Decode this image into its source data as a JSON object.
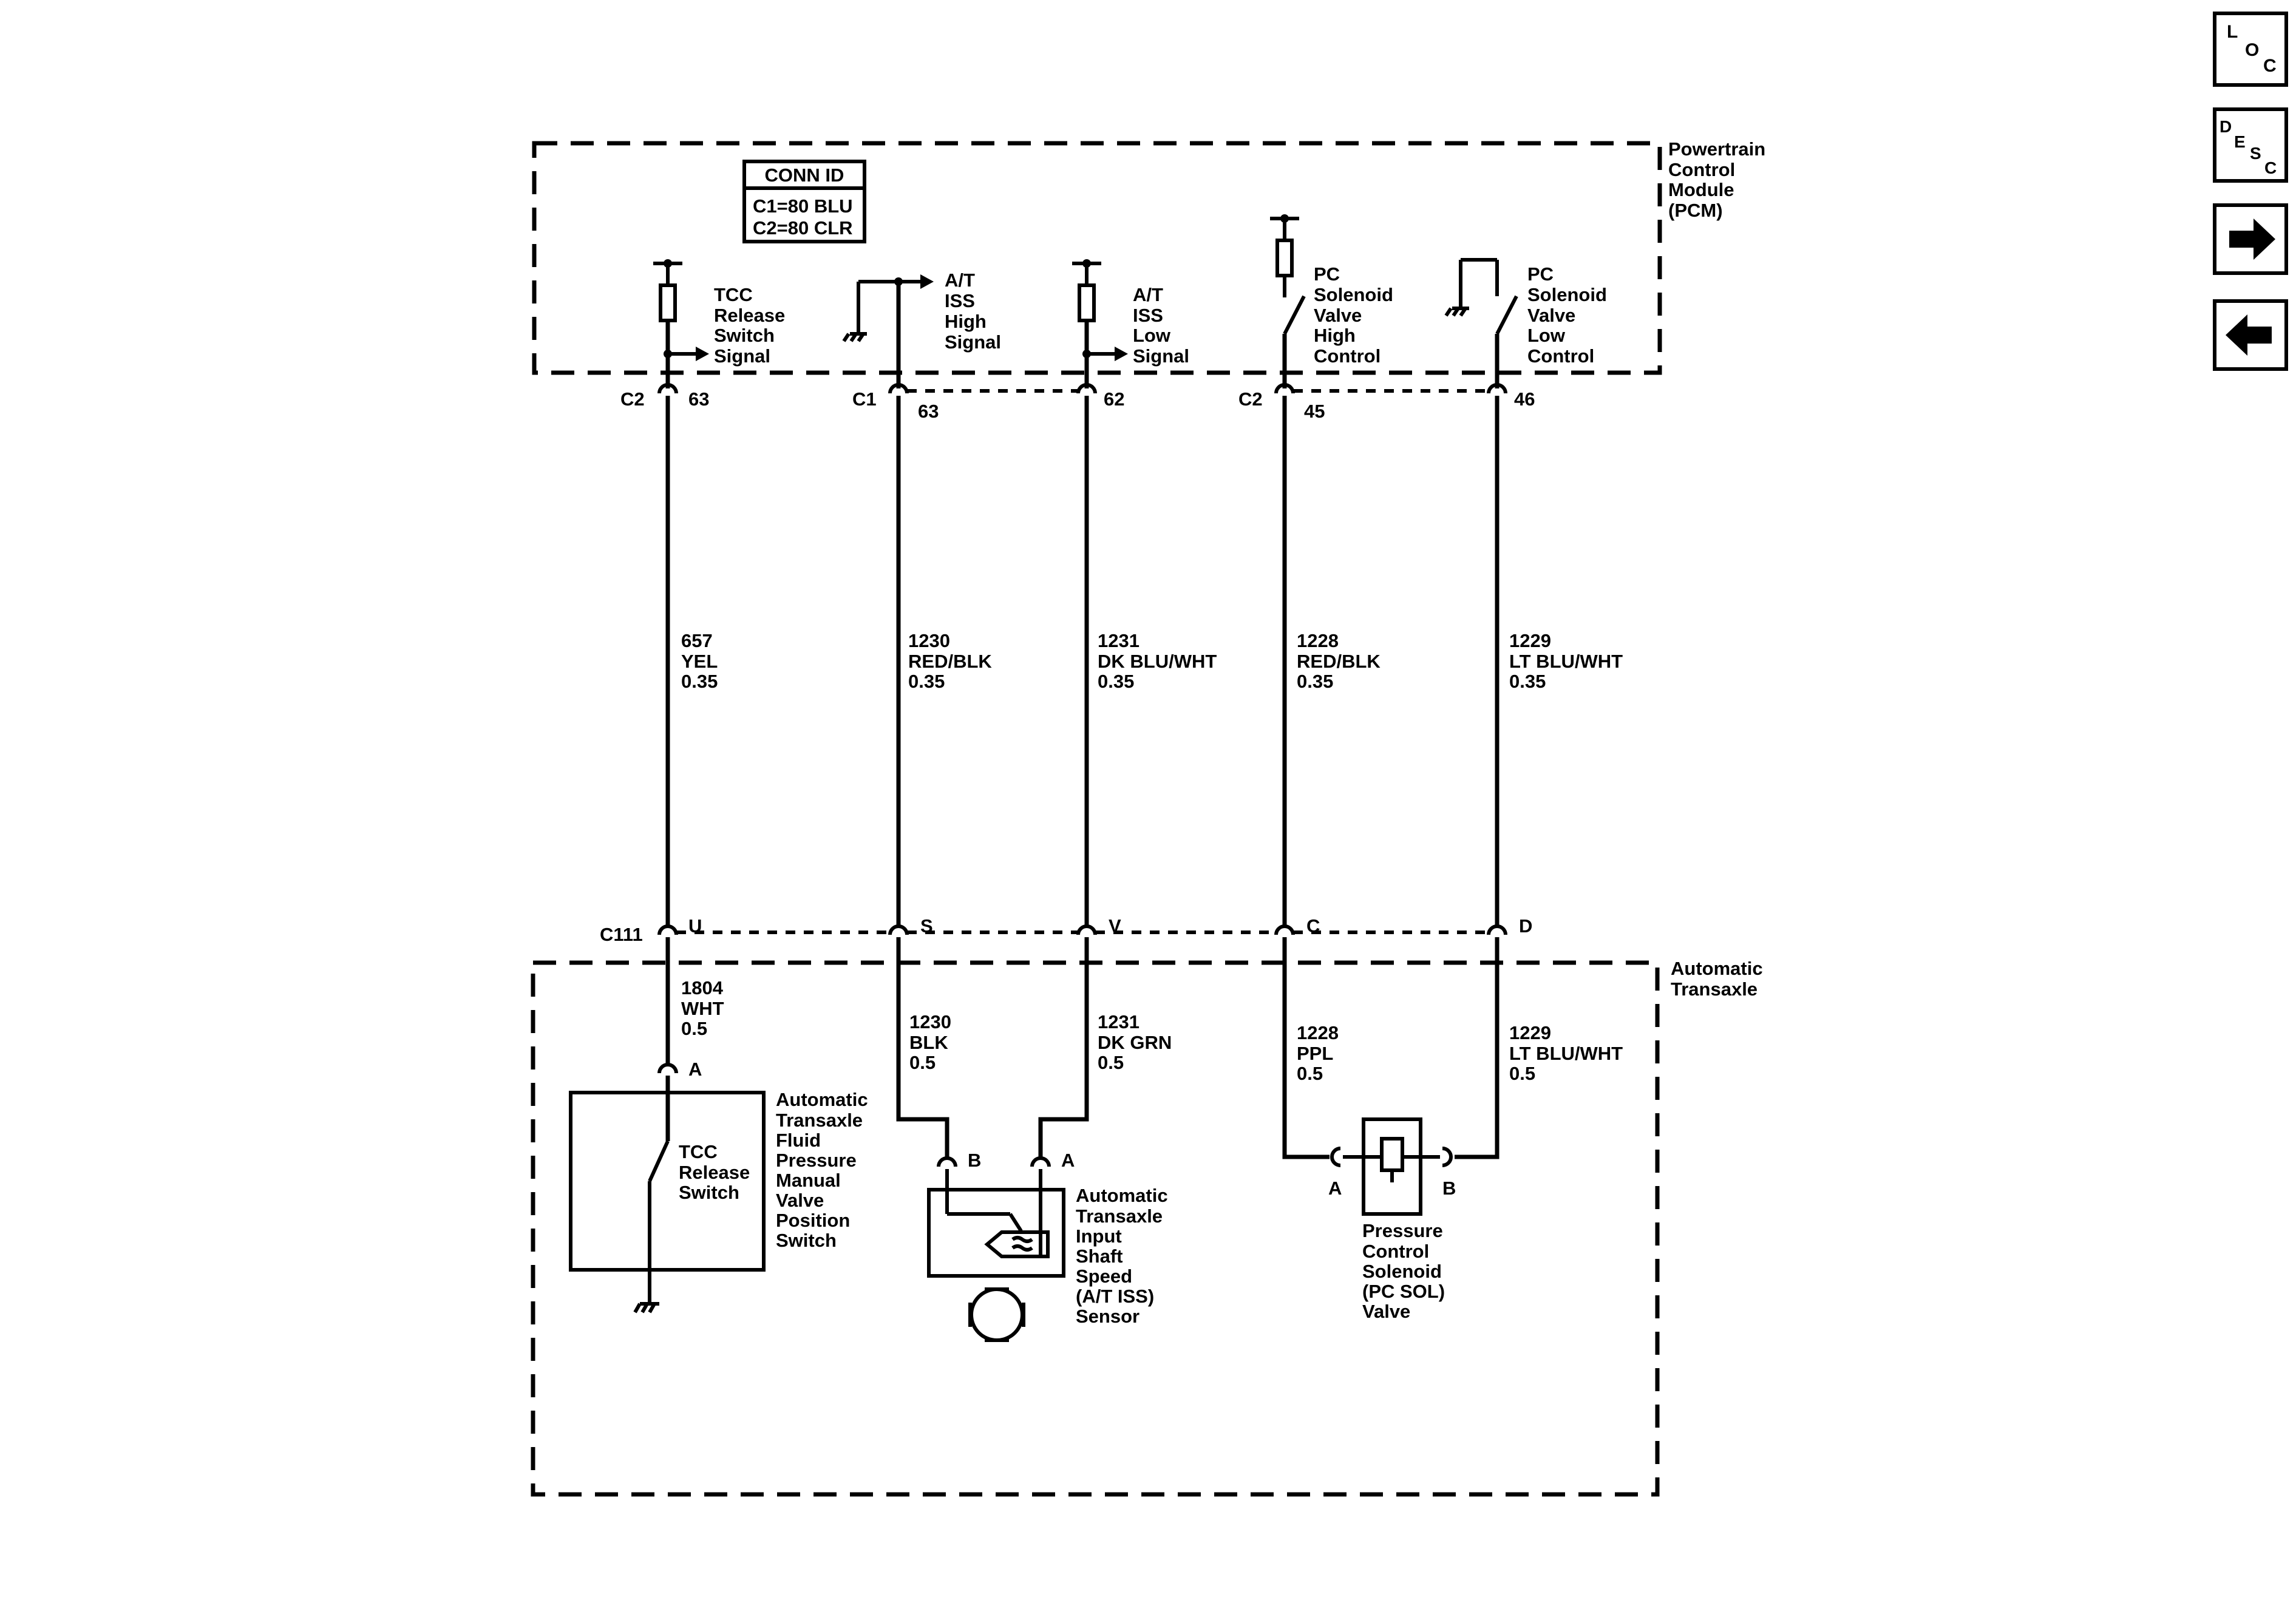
{
  "nav": {
    "loc": {
      "l": "L",
      "o": "O",
      "c": "C"
    },
    "desc": {
      "d": "D",
      "e": "E",
      "s": "S",
      "c": "C"
    },
    "forward_arrow": "arrow-right-icon",
    "back_arrow": "arrow-left-icon"
  },
  "pcm": {
    "title": [
      "Powertrain",
      "Control",
      "Module",
      "(PCM)"
    ],
    "conn_id": {
      "title": "CONN ID",
      "c1": "C1=80 BLU",
      "c2": "C2=80 CLR"
    },
    "circuits": [
      {
        "label": [
          "TCC",
          "Release",
          "Switch",
          "Signal"
        ]
      },
      {
        "label": [
          "A/T",
          "ISS",
          "High",
          "Signal"
        ]
      },
      {
        "label": [
          "A/T",
          "ISS",
          "Low",
          "Signal"
        ]
      },
      {
        "label": [
          "PC",
          "Solenoid",
          "Valve",
          "High",
          "Control"
        ]
      },
      {
        "label": [
          "PC",
          "Solenoid",
          "Valve",
          "Low",
          "Control"
        ]
      }
    ],
    "pins": [
      {
        "conn": "C2",
        "pin": "63"
      },
      {
        "conn": "C1",
        "pin": "63"
      },
      {
        "conn": "",
        "pin": "62"
      },
      {
        "conn": "C2",
        "pin": "45"
      },
      {
        "conn": "",
        "pin": "46"
      }
    ]
  },
  "upper_wires": [
    [
      "657",
      "YEL",
      "0.35"
    ],
    [
      "1230",
      "RED/BLK",
      "0.35"
    ],
    [
      "1231",
      "DK BLU/WHT",
      "0.35"
    ],
    [
      "1228",
      "RED/BLK",
      "0.35"
    ],
    [
      "1229",
      "LT BLU/WHT",
      "0.35"
    ]
  ],
  "c111": {
    "name": "C111",
    "pins": [
      "U",
      "S",
      "V",
      "C",
      "D"
    ]
  },
  "transaxle": {
    "title": [
      "Automatic",
      "Transaxle"
    ],
    "lower_wires": [
      [
        "1804",
        "WHT",
        "0.5"
      ],
      [
        "1230",
        "BLK",
        "0.5"
      ],
      [
        "1231",
        "DK GRN",
        "0.5"
      ],
      [
        "1228",
        "PPL",
        "0.5"
      ],
      [
        "1229",
        "LT BLU/WHT",
        "0.5"
      ]
    ],
    "switch": {
      "pin": "A",
      "inner": [
        "TCC",
        "Release",
        "Switch"
      ],
      "label": [
        "Automatic",
        "Transaxle",
        "Fluid",
        "Pressure",
        "Manual",
        "Valve",
        "Position",
        "Switch"
      ]
    },
    "sensor": {
      "pin_b": "B",
      "pin_a": "A",
      "label": [
        "Automatic",
        "Transaxle",
        "Input",
        "Shaft",
        "Speed",
        "(A/T ISS)",
        "Sensor"
      ]
    },
    "solenoid": {
      "pin_a": "A",
      "pin_b": "B",
      "label": [
        "Pressure",
        "Control",
        "Solenoid",
        "(PC SOL)",
        "Valve"
      ]
    }
  }
}
